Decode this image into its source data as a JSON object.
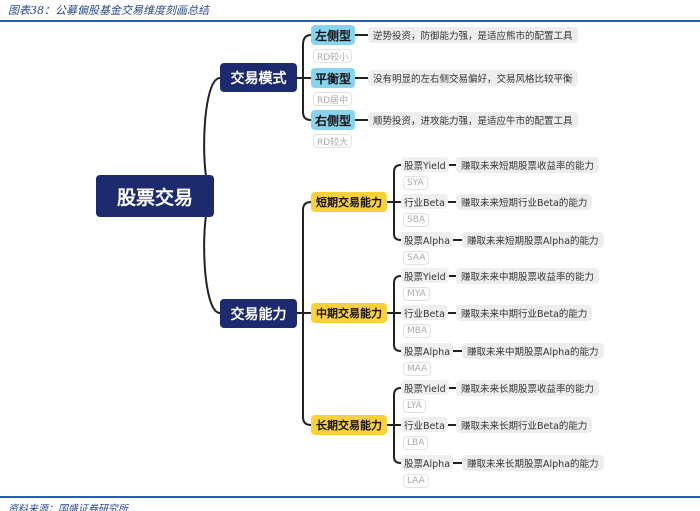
{
  "caption": "图表38：公募偏股基金交易维度刻画总结",
  "source": "资料来源：国盛证券研究所",
  "root": "股票交易",
  "mode": {
    "label": "交易模式",
    "items": [
      {
        "label": "左侧型",
        "tag": "RD较小",
        "desc": "逆势投资，防御能力强，是适应熊市的配置工具"
      },
      {
        "label": "平衡型",
        "tag": "RD居中",
        "desc": "没有明显的左右侧交易偏好，交易风格比较平衡"
      },
      {
        "label": "右侧型",
        "tag": "RD较大",
        "desc": "顺势投资，进攻能力强，是适应牛市的配置工具"
      }
    ]
  },
  "ability": {
    "label": "交易能力",
    "groups": [
      {
        "label": "短期交易能力",
        "items": [
          {
            "label": "股票Yield",
            "tag": "SYA",
            "desc": "赚取未来短期股票收益率的能力"
          },
          {
            "label": "行业Beta",
            "tag": "SBA",
            "desc": "赚取未来短期行业Beta的能力"
          },
          {
            "label": "股票Alpha",
            "tag": "SAA",
            "desc": "赚取未来短期股票Alpha的能力"
          }
        ]
      },
      {
        "label": "中期交易能力",
        "items": [
          {
            "label": "股票Yield",
            "tag": "MYA",
            "desc": "赚取未来中期股票收益率的能力"
          },
          {
            "label": "行业Beta",
            "tag": "MBA",
            "desc": "赚取未来中期行业Beta的能力"
          },
          {
            "label": "股票Alpha",
            "tag": "MAA",
            "desc": "赚取未来中期股票Alpha的能力"
          }
        ]
      },
      {
        "label": "长期交易能力",
        "items": [
          {
            "label": "股票Yield",
            "tag": "LYA",
            "desc": "赚取未来长期股票收益率的能力"
          },
          {
            "label": "行业Beta",
            "tag": "LBA",
            "desc": "赚取未来长期行业Beta的能力"
          },
          {
            "label": "股票Alpha",
            "tag": "LAA",
            "desc": "赚取未来长期股票Alpha的能力"
          }
        ]
      }
    ]
  }
}
